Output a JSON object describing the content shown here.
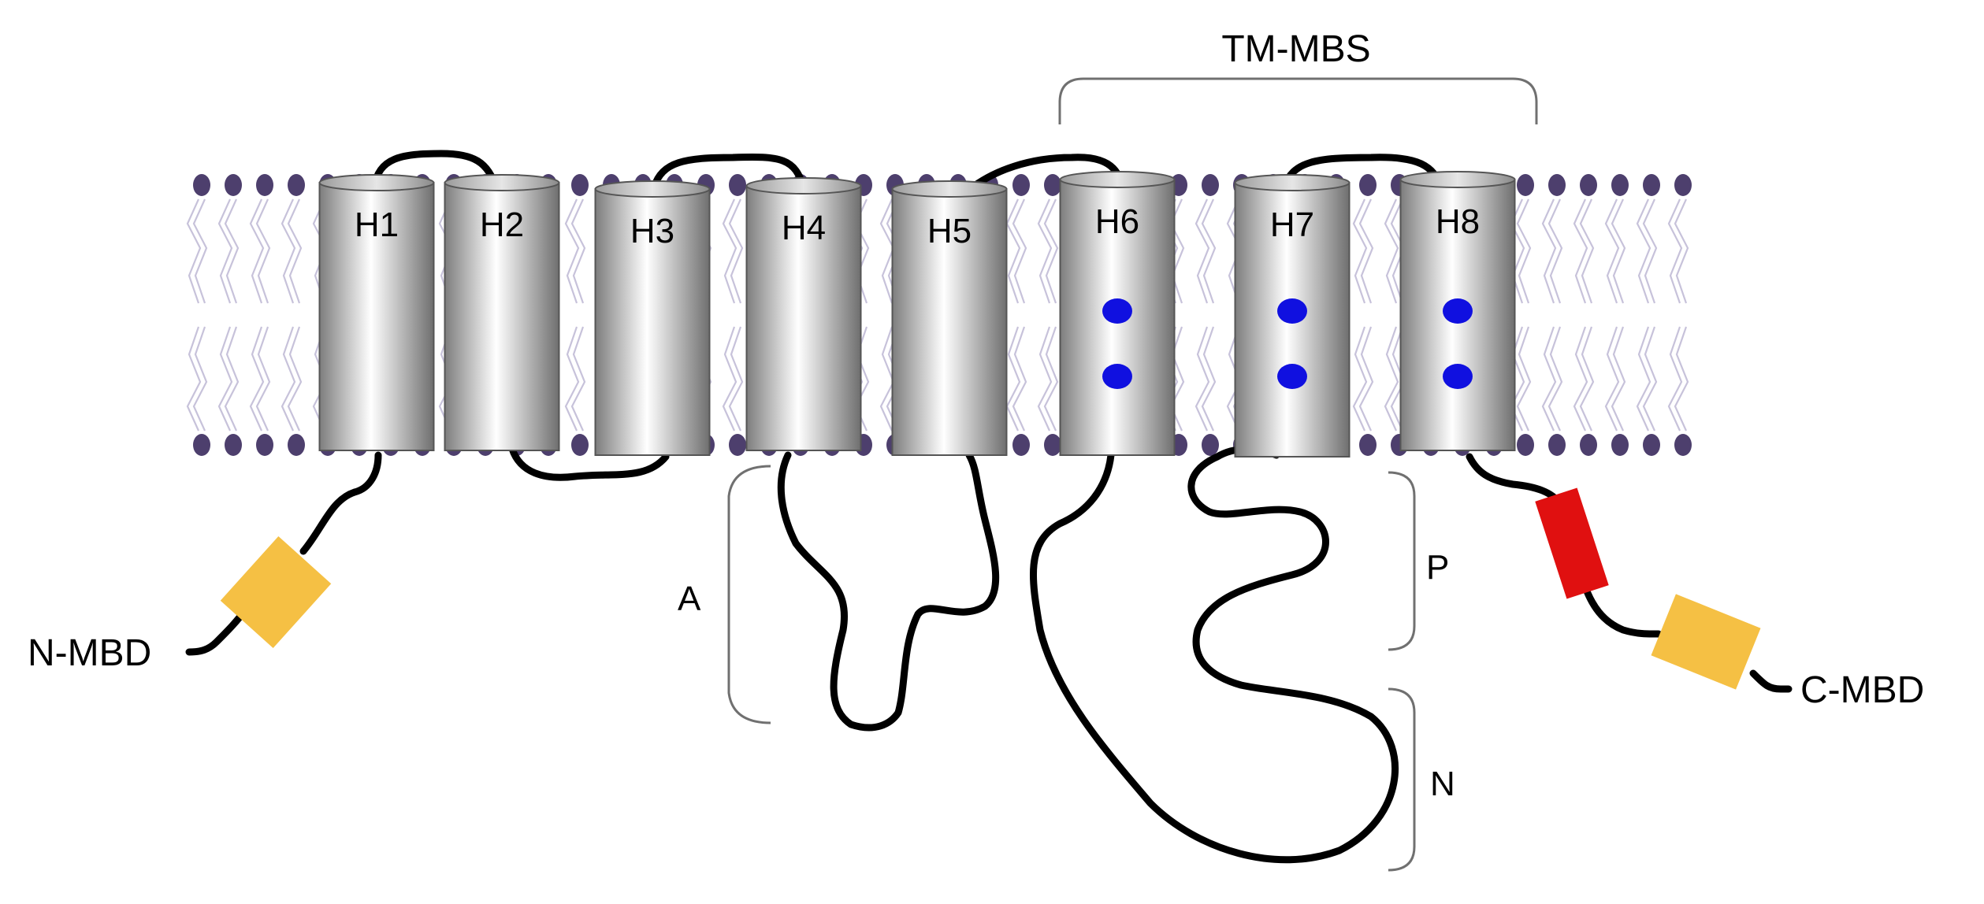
{
  "diagram": {
    "helices": [
      {
        "label": "H1",
        "binding_sites": 0
      },
      {
        "label": "H2",
        "binding_sites": 0
      },
      {
        "label": "H3",
        "binding_sites": 0
      },
      {
        "label": "H4",
        "binding_sites": 0
      },
      {
        "label": "H5",
        "binding_sites": 0
      },
      {
        "label": "H6",
        "binding_sites": 2
      },
      {
        "label": "H7",
        "binding_sites": 2
      },
      {
        "label": "H8",
        "binding_sites": 2
      }
    ],
    "labels": {
      "tm_mbs": "TM-MBS",
      "n_mbd": "N-MBD",
      "c_mbd": "C-MBD",
      "a_domain": "A",
      "p_domain": "P",
      "n_domain": "N"
    },
    "colors": {
      "helix_fill_dark": "#7d7d7d",
      "helix_fill_light": "#ffffff",
      "binding_site": "#1010e0",
      "mbd_domain": "#f5c044",
      "red_domain": "#e01010",
      "lipid_head": "#4d3f6d",
      "lipid_tail": "#c7c2da",
      "loop": "#000000"
    }
  }
}
